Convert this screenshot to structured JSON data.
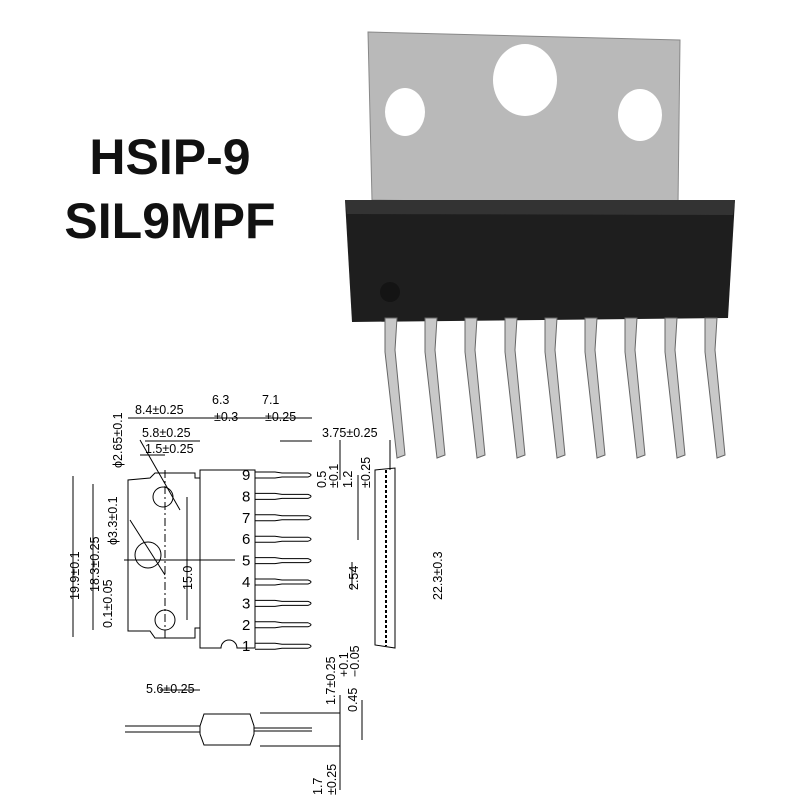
{
  "title": {
    "line1": "HSIP-9",
    "line2": "SIL9MPF"
  },
  "photo": {
    "pin_count": 9,
    "colors": {
      "heatsink": "#b9b9b9",
      "body": "#1e1e1e",
      "pins": "#c8c8c8"
    }
  },
  "drawing": {
    "pin_labels": [
      "9",
      "8",
      "7",
      "6",
      "5",
      "4",
      "3",
      "2",
      "1"
    ],
    "dimensions": {
      "d_small_hole": "ϕ2.65±0.1",
      "w_8_4": "8.4±0.25",
      "w_5_8": "5.8±0.25",
      "w_1_5": "1.5±0.25",
      "w_6_3": "6.3",
      "w_6_3_tol": "±0.3",
      "w_7_1": "7.1",
      "w_7_1_tol": "±0.25",
      "w_3_75": "3.75±0.25",
      "h_19_9": "19.9±0.1",
      "h_18_3": "18.3±0.25",
      "d_big_hole": "ϕ3.3±0.1",
      "t_0_1": "0.1±0.05",
      "h_15_0": "15.0",
      "pin_0_5": "0.5",
      "pin_0_5_tol": "±0.1",
      "pin_1_2": "1.2",
      "pin_1_2_tol": "±0.25",
      "pitch": "2.54",
      "h_22_3": "22.3±0.3",
      "w_5_6": "5.6±0.25",
      "t_1_7a": "1.7±0.25",
      "t_0_45": "0.45",
      "t_0_45_tol_plus": "+0.1",
      "t_0_45_tol_minus": "−0.05",
      "t_1_7b": "1.7",
      "t_1_7b_tol": "±0.25"
    }
  }
}
